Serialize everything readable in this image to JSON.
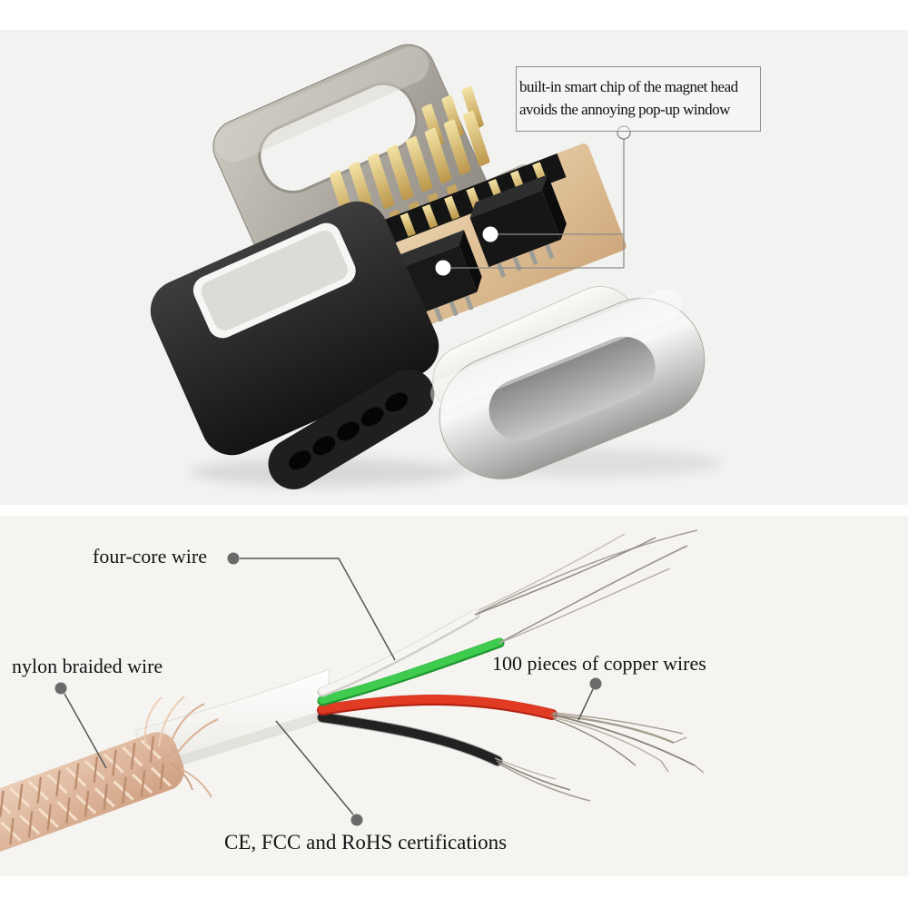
{
  "callout": {
    "line1": "built-in smart chip of the magnet head",
    "line2": "avoids the annoying pop-up window"
  },
  "labels": {
    "four_core": "four-core wire",
    "nylon": "nylon braided wire",
    "copper": "100 pieces of copper wires",
    "certifications": "CE, FCC and RoHS certifications"
  },
  "colors": {
    "top_background": "#f2f2f1",
    "photo_background": "#f6f5f2",
    "callout_border": "#8f8f8f",
    "leader_line": "#555555",
    "marker_dot": "#6a6a6a",
    "chip_marker": "#ffffff",
    "shell_gray": "#a9a59d",
    "pin_gold": "#d8bc72",
    "pcb_gold": "#e3c89c",
    "chip_black": "#1a1a1a",
    "housing_black": "#232323",
    "ring_silver": "#c9c9c7",
    "pogo_plate": "#f2f0ea",
    "contact_gold": "#c7ab64",
    "wire_white": "#f2f1ec",
    "wire_green": "#2fbf3f",
    "wire_red": "#e23b24",
    "wire_black": "#1f1f1f",
    "braid_copper": "#ddb294",
    "copper_strand": "#a39a8c"
  }
}
